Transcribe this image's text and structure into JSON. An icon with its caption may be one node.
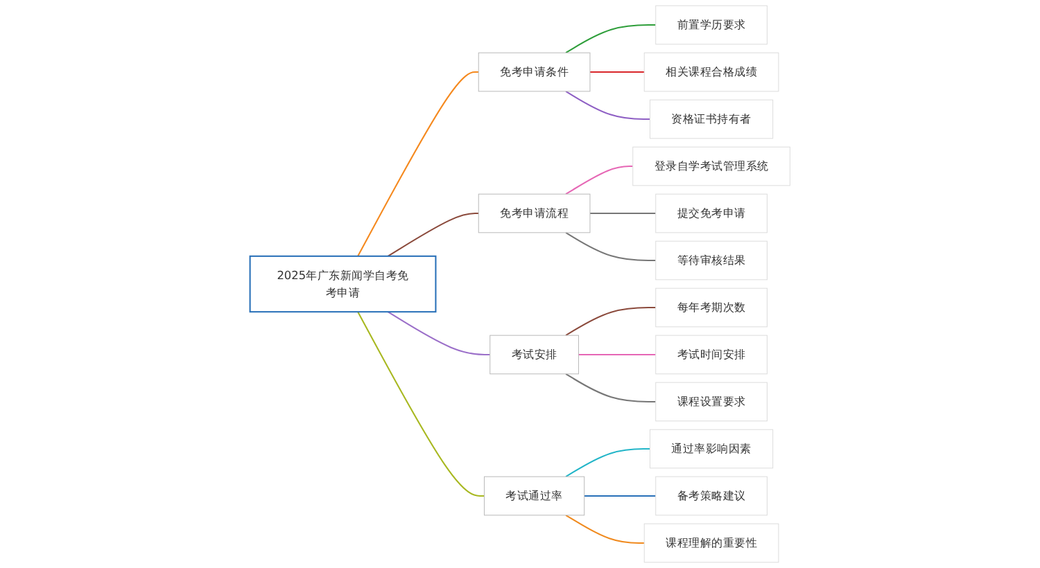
{
  "diagram": {
    "nodes": [
      {
        "text": [
          "2025年广东新闻学自考免考申请"
        ]
      },
      {
        "text": [
          "免考申请条件"
        ]
      },
      {
        "text": [
          "前置学历要求"
        ]
      },
      {
        "text": [
          "相关课程合格成绩"
        ]
      },
      {
        "text": [
          "资格证书持有者"
        ]
      },
      {
        "text": [
          "免考申请流程"
        ]
      },
      {
        "text": [
          "登录自学考试管理系统"
        ]
      },
      {
        "text": [
          "提交免考申请"
        ]
      },
      {
        "text": [
          "等待审核结果"
        ]
      },
      {
        "text": [
          "考试安排"
        ]
      },
      {
        "text": [
          "每年考期次数"
        ]
      },
      {
        "text": [
          "考试时间安排"
        ]
      },
      {
        "text": [
          "课程设置要求"
        ]
      },
      {
        "text": [
          "考试通过率"
        ]
      },
      {
        "text": [
          "通过率影响因素"
        ]
      },
      {
        "text": [
          "备考策略建议"
        ]
      },
      {
        "text": [
          "课程理解的重要性"
        ]
      }
    ],
    "edges": [
      {
        "from": 0,
        "to": 1,
        "arrow": "none",
        "color": "#f5891e"
      },
      {
        "from": 1,
        "to": 2,
        "arrow": "none",
        "color": "#2e9e3a"
      },
      {
        "from": 1,
        "to": 3,
        "arrow": "none",
        "color": "#d9262a"
      },
      {
        "from": 1,
        "to": 4,
        "arrow": "none",
        "color": "#8e5fc4"
      },
      {
        "from": 0,
        "to": 5,
        "arrow": "none",
        "color": "#8b4a3c"
      },
      {
        "from": 5,
        "to": 6,
        "arrow": "none",
        "color": "#e667b5"
      },
      {
        "from": 5,
        "to": 7,
        "arrow": "none",
        "color": "#777777"
      },
      {
        "from": 5,
        "to": 8,
        "arrow": "none",
        "color": "#777777"
      },
      {
        "from": 0,
        "to": 9,
        "arrow": "none",
        "color": "#9b6fc9"
      },
      {
        "from": 9,
        "to": 10,
        "arrow": "none",
        "color": "#8b4a3c"
      },
      {
        "from": 9,
        "to": 11,
        "arrow": "none",
        "color": "#e667b5"
      },
      {
        "from": 9,
        "to": 12,
        "arrow": "none",
        "color": "#777777"
      },
      {
        "from": 0,
        "to": 13,
        "arrow": "none",
        "color": "#a8b820"
      },
      {
        "from": 13,
        "to": 14,
        "arrow": "none",
        "color": "#22b5c8"
      },
      {
        "from": 13,
        "to": 15,
        "arrow": "none",
        "color": "#2870b8"
      },
      {
        "from": 13,
        "to": 16,
        "arrow": "none",
        "color": "#f08a1e"
      }
    ]
  }
}
